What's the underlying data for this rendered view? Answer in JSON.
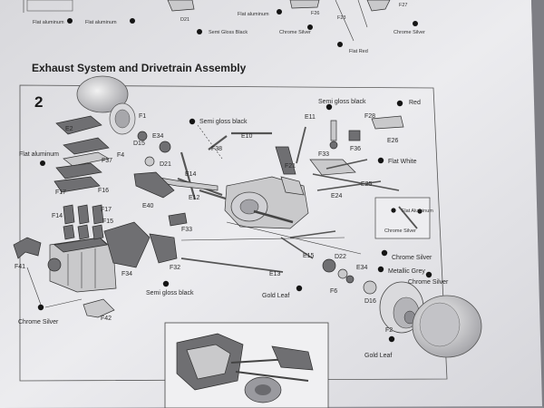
{
  "section_title": "Exhaust System and Drivetrain Assembly",
  "step_number": "2",
  "top_labels": [
    {
      "id": "flat-aluminum-1",
      "text": "Flat aluminum"
    },
    {
      "id": "flat-aluminum-2",
      "text": "Flat aluminum"
    },
    {
      "id": "d21-top",
      "text": "D21"
    },
    {
      "id": "semi-gloss-black-top",
      "text": "Semi Gloss Black"
    },
    {
      "id": "flat-aluminum-3",
      "text": "Flat aluminum"
    },
    {
      "id": "f26-top",
      "text": "F26"
    },
    {
      "id": "f23-top",
      "text": "F23"
    },
    {
      "id": "chrome-silver-top-1",
      "text": "Chrome Silver"
    },
    {
      "id": "f27-top",
      "text": "F27"
    },
    {
      "id": "chrome-silver-top-2",
      "text": "Chrome Silver"
    },
    {
      "id": "flat-red-top",
      "text": "Flat Red"
    }
  ],
  "paint_labels": [
    {
      "id": "semi-gloss-black-1",
      "text": "Semi gloss black"
    },
    {
      "id": "semi-gloss-black-2",
      "text": "Semi gloss black"
    },
    {
      "id": "red",
      "text": "Red"
    },
    {
      "id": "flat-aluminum-side",
      "text": "Flat aluminum"
    },
    {
      "id": "flat-white",
      "text": "Flat White"
    },
    {
      "id": "chrome-silver-inset",
      "text": "Chrome Silver"
    },
    {
      "id": "flat-aluminum-inset",
      "text": "Flat Aluminum"
    },
    {
      "id": "chrome-silver-1",
      "text": "Chrome Silver"
    },
    {
      "id": "metallic-grey",
      "text": "Metallic Grey"
    },
    {
      "id": "chrome-silver-2",
      "text": "Chrome Silver"
    },
    {
      "id": "semi-gloss-black-3",
      "text": "Semi gloss black"
    },
    {
      "id": "gold-leaf-1",
      "text": "Gold Leaf"
    },
    {
      "id": "gold-leaf-2",
      "text": "Gold Leaf"
    },
    {
      "id": "chrome-silver-3",
      "text": "Chrome Silver"
    }
  ],
  "part_labels": [
    {
      "id": "E2",
      "text": "E2"
    },
    {
      "id": "F1",
      "text": "F1"
    },
    {
      "id": "D15",
      "text": "D15"
    },
    {
      "id": "E34",
      "text": "E34"
    },
    {
      "id": "F37",
      "text": "F37"
    },
    {
      "id": "F4",
      "text": "F4"
    },
    {
      "id": "D21",
      "text": "D21"
    },
    {
      "id": "E14",
      "text": "E14"
    },
    {
      "id": "F38",
      "text": "F38"
    },
    {
      "id": "E10",
      "text": "E10"
    },
    {
      "id": "E11",
      "text": "E11"
    },
    {
      "id": "F28",
      "text": "F28"
    },
    {
      "id": "E26",
      "text": "E26"
    },
    {
      "id": "F36",
      "text": "F36"
    },
    {
      "id": "F33",
      "text": "F33"
    },
    {
      "id": "F21",
      "text": "F21"
    },
    {
      "id": "F17",
      "text": "F17"
    },
    {
      "id": "F16",
      "text": "F16"
    },
    {
      "id": "E12",
      "text": "E12"
    },
    {
      "id": "E40",
      "text": "E40"
    },
    {
      "id": "E24",
      "text": "E24"
    },
    {
      "id": "E25",
      "text": "E25"
    },
    {
      "id": "F14",
      "text": "F14"
    },
    {
      "id": "F17b",
      "text": "F17"
    },
    {
      "id": "F15",
      "text": "F15"
    },
    {
      "id": "F33b",
      "text": "F33"
    },
    {
      "id": "F41",
      "text": "F41"
    },
    {
      "id": "F34",
      "text": "F34"
    },
    {
      "id": "F32",
      "text": "F32"
    },
    {
      "id": "E15",
      "text": "E15"
    },
    {
      "id": "D22",
      "text": "D22"
    },
    {
      "id": "E34b",
      "text": "E34"
    },
    {
      "id": "E13",
      "text": "E13"
    },
    {
      "id": "F6",
      "text": "F6"
    },
    {
      "id": "D16",
      "text": "D16"
    },
    {
      "id": "F42",
      "text": "F42"
    },
    {
      "id": "F2",
      "text": "F2"
    }
  ],
  "colors": {
    "paper": "#e6e6ea",
    "ink": "#2a2a2a",
    "background": "#9a9aa0"
  }
}
